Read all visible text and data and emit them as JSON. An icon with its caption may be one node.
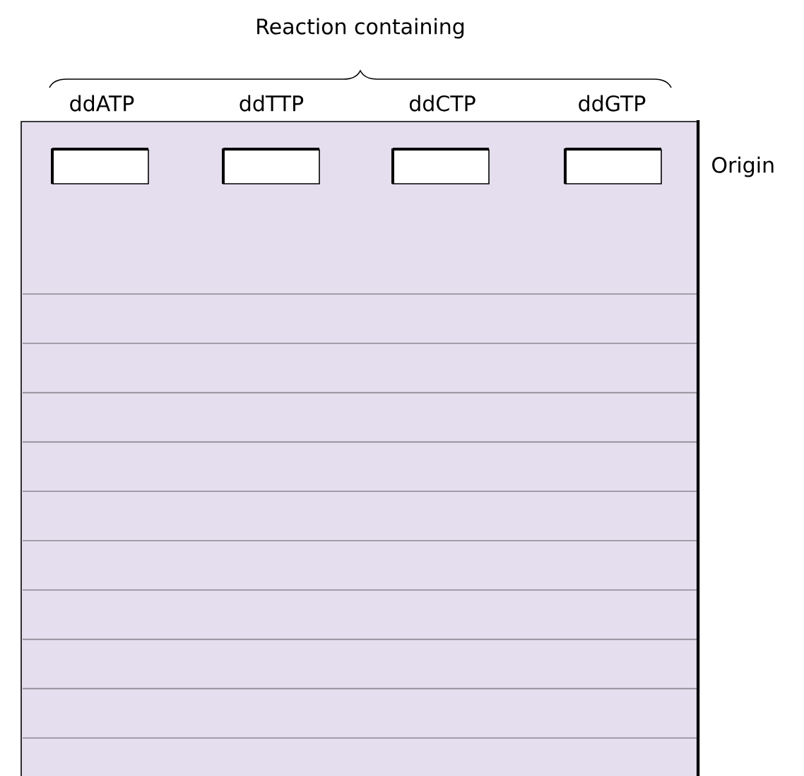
{
  "diagram": {
    "labels": [
      "Reaction containing",
      "ddATP",
      "ddTTP",
      "ddCTP",
      "ddGTP",
      "Origin"
    ]
  }
}
